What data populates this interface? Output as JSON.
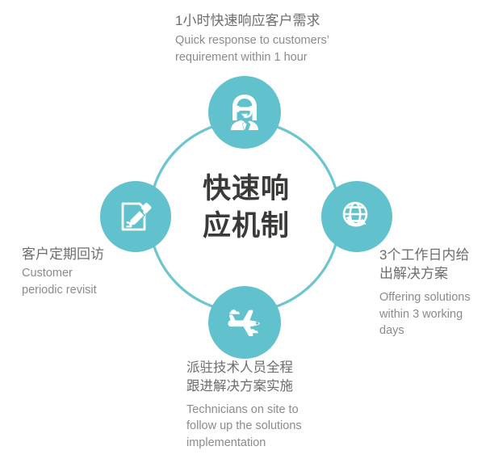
{
  "theme": {
    "accent": "#61c2ce",
    "ring_color": "#6cc5d0",
    "title_color": "#3a3a38",
    "label_cn_color": "#6d6d6d",
    "label_en_color": "#8b8b8b",
    "background": "#ffffff"
  },
  "center": {
    "title_line_1": "快速响",
    "title_line_2": "应机制"
  },
  "nodes": [
    {
      "id": "top",
      "icon": "headset-agent-icon",
      "cn_line_1": "1小时快速响应客户需求",
      "en_line_1": "Quick response to customers’",
      "en_line_2": "requirement within 1 hour"
    },
    {
      "id": "right",
      "icon": "globe-arrow-icon",
      "cn_line_1": "3个工作日内给",
      "cn_line_2": "出解决方案",
      "en_line_1": "Offering solutions",
      "en_line_2": "within 3 working",
      "en_line_3": "days"
    },
    {
      "id": "bottom",
      "icon": "airplane-icon",
      "cn_line_1": "派驻技术人员全程",
      "cn_line_2": "跟进解决方案实施",
      "en_line_1": "Technicians on site to",
      "en_line_2": "follow up the solutions",
      "en_line_3": "implementation"
    },
    {
      "id": "left",
      "icon": "document-pen-icon",
      "cn_line_1": "客户定期回访",
      "en_line_1": "Customer",
      "en_line_2": "periodic revisit"
    }
  ]
}
